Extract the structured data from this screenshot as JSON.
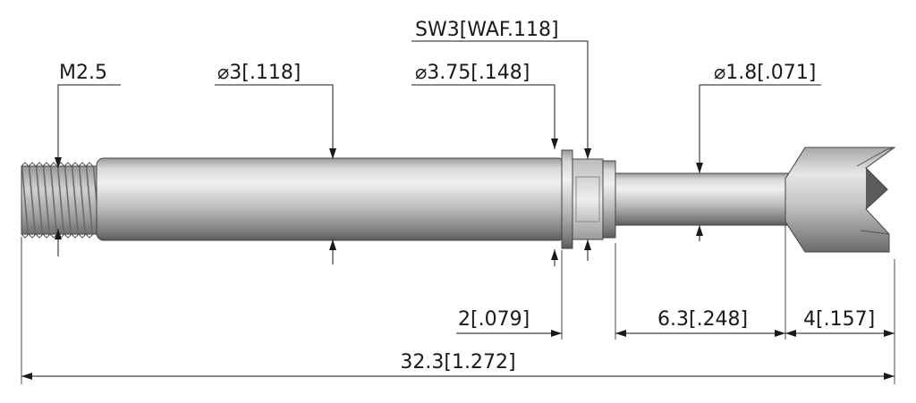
{
  "labels": {
    "thread": "M2.5",
    "shaft_dia": "⌀3[.118]",
    "wrench_flat": "SW3[WAF.118]",
    "collar_dia": "⌀3.75[.148]",
    "tip_dia": "⌀1.8[.071]",
    "collar_len": "2[.079]",
    "neck_len": "6.3[.248]",
    "head_len": "4[.157]",
    "overall_len": "32.3[1.272]"
  },
  "colors": {
    "line": "#1a1a1a",
    "metal_light": "#e8e8e8",
    "metal_mid": "#b4b4b4",
    "metal_dark": "#5e5e5e"
  }
}
